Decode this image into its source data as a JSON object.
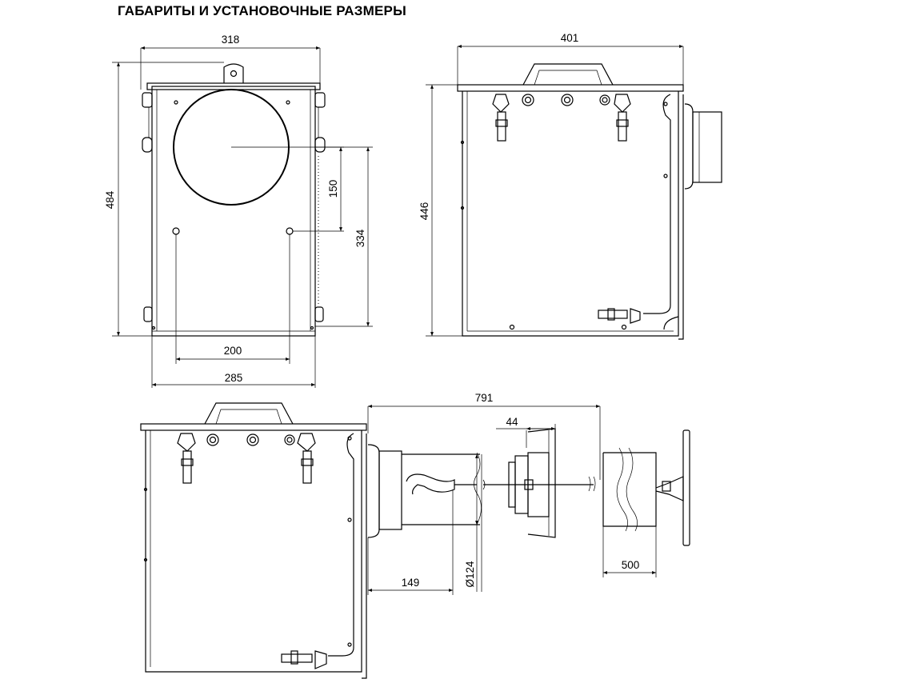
{
  "title": "ГАБАРИТЫ И УСТАНОВОЧНЫЕ РАЗМЕРЫ",
  "dimensions": {
    "front_width": "318",
    "front_height": "484",
    "front_hole_offset": "150",
    "front_mount_height": "334",
    "front_mount_width": "200",
    "front_base_width": "285",
    "side_width": "401",
    "side_height": "446",
    "assembly_length": "791",
    "flange_width": "44",
    "duct_length": "149",
    "duct_diameter": "Ø124",
    "sleeve_length": "500"
  }
}
